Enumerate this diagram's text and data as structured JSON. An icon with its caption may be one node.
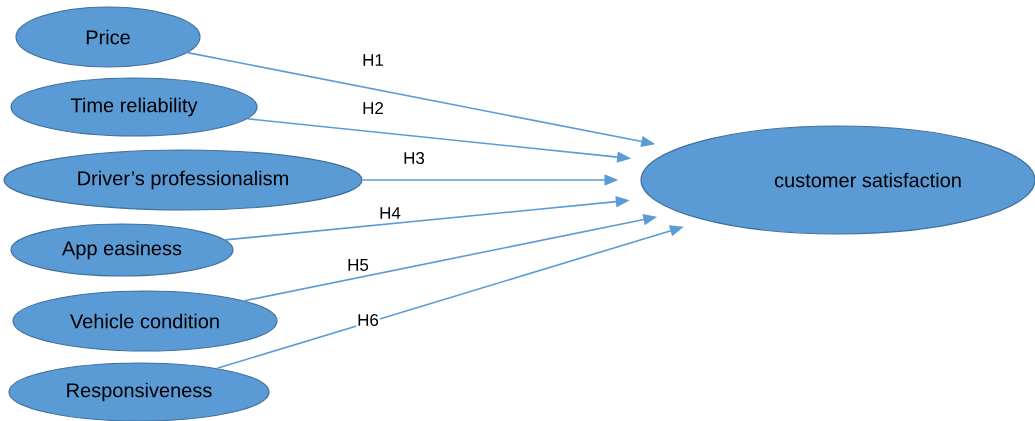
{
  "diagram": {
    "nodes": [
      {
        "text": [
          "Price"
        ]
      },
      {
        "text": [
          "Time reliability"
        ]
      },
      {
        "text": [
          "Driver’s professionalism"
        ]
      },
      {
        "text": [
          "App easiness"
        ]
      },
      {
        "text": [
          "Vehicle condition"
        ]
      },
      {
        "text": [
          "Responsiveness"
        ]
      },
      {
        "text": [
          "customer satisfaction"
        ]
      }
    ],
    "edges": [
      {
        "from": 0,
        "to": 6,
        "arrow": "to",
        "label": "H1"
      },
      {
        "from": 1,
        "to": 6,
        "arrow": "to",
        "label": "H2"
      },
      {
        "from": 2,
        "to": 6,
        "arrow": "to",
        "label": "H3"
      },
      {
        "from": 3,
        "to": 6,
        "arrow": "to",
        "label": "H4"
      },
      {
        "from": 4,
        "to": 6,
        "arrow": "to",
        "label": "H5"
      },
      {
        "from": 5,
        "to": 6,
        "arrow": "to",
        "label": "H6"
      }
    ]
  }
}
